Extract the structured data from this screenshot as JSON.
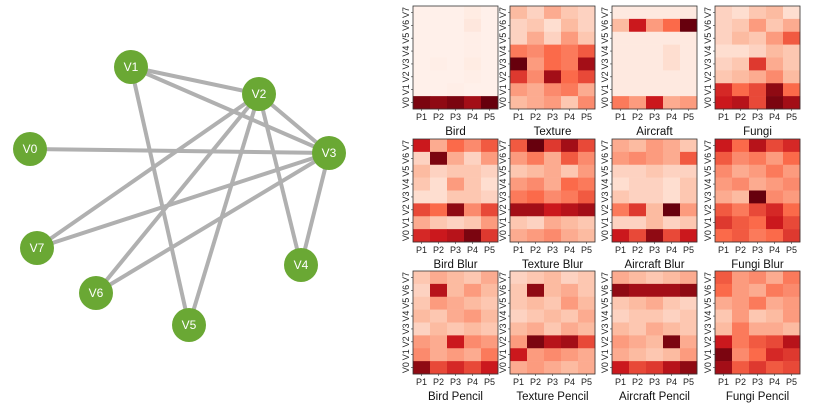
{
  "graph": {
    "nodes": [
      "V0",
      "V1",
      "V2",
      "V3",
      "V4",
      "V5",
      "V6",
      "V7"
    ],
    "edges": [
      [
        "V1",
        "V2"
      ],
      [
        "V1",
        "V3"
      ],
      [
        "V1",
        "V5"
      ],
      [
        "V2",
        "V3"
      ],
      [
        "V2",
        "V4"
      ],
      [
        "V2",
        "V5"
      ],
      [
        "V2",
        "V6"
      ],
      [
        "V2",
        "V7"
      ],
      [
        "V0",
        "V3"
      ],
      [
        "V3",
        "V4"
      ],
      [
        "V3",
        "V6"
      ],
      [
        "V3",
        "V7"
      ]
    ],
    "node_color": "#6aa834",
    "edge_color": "#b0b0b0"
  },
  "chart_data": [
    {
      "type": "heatmap",
      "title": "Bird",
      "x_labels": [
        "P1",
        "P2",
        "P3",
        "P4",
        "P5"
      ],
      "y_labels": [
        "V7",
        "V6",
        "V5",
        "V4",
        "V3",
        "V2",
        "V1",
        "V0"
      ],
      "values": [
        [
          0.02,
          0.02,
          0.02,
          0.04,
          0.02
        ],
        [
          0.02,
          0.02,
          0.02,
          0.06,
          0.02
        ],
        [
          0.02,
          0.02,
          0.02,
          0.03,
          0.02
        ],
        [
          0.02,
          0.02,
          0.02,
          0.03,
          0.02
        ],
        [
          0.02,
          0.03,
          0.02,
          0.04,
          0.02
        ],
        [
          0.02,
          0.02,
          0.02,
          0.03,
          0.02
        ],
        [
          0.02,
          0.02,
          0.03,
          0.02,
          0.02
        ],
        [
          0.95,
          0.9,
          0.95,
          0.85,
          1.0
        ]
      ]
    },
    {
      "type": "heatmap",
      "title": "Texture",
      "x_labels": [
        "P1",
        "P2",
        "P3",
        "P4",
        "P5"
      ],
      "y_labels": [
        "V7",
        "V6",
        "V5",
        "V4",
        "V3",
        "V2",
        "V1",
        "V0"
      ],
      "values": [
        [
          0.25,
          0.15,
          0.3,
          0.2,
          0.15
        ],
        [
          0.15,
          0.2,
          0.1,
          0.25,
          0.15
        ],
        [
          0.15,
          0.3,
          0.15,
          0.35,
          0.2
        ],
        [
          0.45,
          0.4,
          0.5,
          0.45,
          0.55
        ],
        [
          1.0,
          0.35,
          0.5,
          0.45,
          0.85
        ],
        [
          0.65,
          0.4,
          0.85,
          0.5,
          0.6
        ],
        [
          0.35,
          0.3,
          0.4,
          0.45,
          0.3
        ],
        [
          0.25,
          0.3,
          0.35,
          0.2,
          0.4
        ]
      ]
    },
    {
      "type": "heatmap",
      "title": "Aircraft",
      "x_labels": [
        "P1",
        "P2",
        "P3",
        "P4",
        "P5"
      ],
      "y_labels": [
        "V7",
        "V6",
        "V5",
        "V4",
        "V3",
        "V2",
        "V1",
        "V0"
      ],
      "values": [
        [
          0.05,
          0.05,
          0.05,
          0.05,
          0.05
        ],
        [
          0.25,
          0.75,
          0.35,
          0.5,
          1.0
        ],
        [
          0.05,
          0.05,
          0.05,
          0.05,
          0.05
        ],
        [
          0.05,
          0.05,
          0.05,
          0.1,
          0.05
        ],
        [
          0.05,
          0.05,
          0.05,
          0.1,
          0.05
        ],
        [
          0.05,
          0.05,
          0.05,
          0.05,
          0.05
        ],
        [
          0.05,
          0.05,
          0.05,
          0.05,
          0.05
        ],
        [
          0.45,
          0.35,
          0.75,
          0.3,
          0.35
        ]
      ]
    },
    {
      "type": "heatmap",
      "title": "Fungi",
      "x_labels": [
        "P1",
        "P2",
        "P3",
        "P4",
        "P5"
      ],
      "y_labels": [
        "V7",
        "V6",
        "V5",
        "V4",
        "V3",
        "V2",
        "V1",
        "V0"
      ],
      "values": [
        [
          0.15,
          0.1,
          0.2,
          0.25,
          0.1
        ],
        [
          0.15,
          0.2,
          0.35,
          0.2,
          0.3
        ],
        [
          0.15,
          0.25,
          0.2,
          0.35,
          0.55
        ],
        [
          0.1,
          0.1,
          0.15,
          0.25,
          0.2
        ],
        [
          0.15,
          0.2,
          0.65,
          0.3,
          0.2
        ],
        [
          0.2,
          0.25,
          0.3,
          0.4,
          0.25
        ],
        [
          0.7,
          0.5,
          0.6,
          0.9,
          0.5
        ],
        [
          0.75,
          0.8,
          0.6,
          0.95,
          0.85
        ]
      ]
    },
    {
      "type": "heatmap",
      "title": "Bird Blur",
      "x_labels": [
        "P1",
        "P2",
        "P3",
        "P4",
        "P5"
      ],
      "y_labels": [
        "V7",
        "V6",
        "V5",
        "V4",
        "V3",
        "V2",
        "V1",
        "V0"
      ],
      "values": [
        [
          0.75,
          0.3,
          0.5,
          0.4,
          0.55
        ],
        [
          0.15,
          0.95,
          0.3,
          0.15,
          0.35
        ],
        [
          0.25,
          0.15,
          0.2,
          0.2,
          0.15
        ],
        [
          0.2,
          0.1,
          0.35,
          0.2,
          0.1
        ],
        [
          0.1,
          0.1,
          0.2,
          0.2,
          0.15
        ],
        [
          0.6,
          0.5,
          0.9,
          0.4,
          0.6
        ],
        [
          0.3,
          0.2,
          0.15,
          0.2,
          0.35
        ],
        [
          0.7,
          0.75,
          0.8,
          0.95,
          0.65
        ]
      ]
    },
    {
      "type": "heatmap",
      "title": "Texture Blur",
      "x_labels": [
        "P1",
        "P2",
        "P3",
        "P4",
        "P5"
      ],
      "y_labels": [
        "V7",
        "V6",
        "V5",
        "V4",
        "V3",
        "V2",
        "V1",
        "V0"
      ],
      "values": [
        [
          0.55,
          1.0,
          0.65,
          0.85,
          0.6
        ],
        [
          0.35,
          0.45,
          0.3,
          0.55,
          0.4
        ],
        [
          0.2,
          0.25,
          0.3,
          0.2,
          0.35
        ],
        [
          0.35,
          0.4,
          0.3,
          0.5,
          0.45
        ],
        [
          0.45,
          0.5,
          0.4,
          0.45,
          0.55
        ],
        [
          0.85,
          0.85,
          0.75,
          0.8,
          0.85
        ],
        [
          0.2,
          0.15,
          0.3,
          0.25,
          0.2
        ],
        [
          0.3,
          0.35,
          0.4,
          0.3,
          0.25
        ]
      ]
    },
    {
      "type": "heatmap",
      "title": "Aircraft Blur",
      "x_labels": [
        "P1",
        "P2",
        "P3",
        "P4",
        "P5"
      ],
      "y_labels": [
        "V7",
        "V6",
        "V5",
        "V4",
        "V3",
        "V2",
        "V1",
        "V0"
      ],
      "values": [
        [
          0.3,
          0.25,
          0.35,
          0.3,
          0.2
        ],
        [
          0.35,
          0.4,
          0.35,
          0.3,
          0.55
        ],
        [
          0.15,
          0.15,
          0.2,
          0.15,
          0.15
        ],
        [
          0.1,
          0.15,
          0.15,
          0.1,
          0.2
        ],
        [
          0.2,
          0.15,
          0.15,
          0.1,
          0.2
        ],
        [
          0.45,
          0.65,
          0.25,
          1.0,
          0.35
        ],
        [
          0.15,
          0.15,
          0.25,
          0.15,
          0.2
        ],
        [
          0.75,
          0.6,
          0.9,
          0.6,
          0.75
        ]
      ]
    },
    {
      "type": "heatmap",
      "title": "Fungi Blur",
      "x_labels": [
        "P1",
        "P2",
        "P3",
        "P4",
        "P5"
      ],
      "y_labels": [
        "V7",
        "V6",
        "V5",
        "V4",
        "V3",
        "V2",
        "V1",
        "V0"
      ],
      "values": [
        [
          0.75,
          0.5,
          0.8,
          0.6,
          0.7
        ],
        [
          0.55,
          0.4,
          0.45,
          0.35,
          0.5
        ],
        [
          0.4,
          0.3,
          0.35,
          0.45,
          0.35
        ],
        [
          0.35,
          0.4,
          0.3,
          0.35,
          0.4
        ],
        [
          0.3,
          0.25,
          1.0,
          0.4,
          0.35
        ],
        [
          0.55,
          0.45,
          0.6,
          0.7,
          0.5
        ],
        [
          0.65,
          0.55,
          0.5,
          0.75,
          0.6
        ],
        [
          0.5,
          0.55,
          0.45,
          0.5,
          0.65
        ]
      ]
    },
    {
      "type": "heatmap",
      "title": "Bird Pencil",
      "x_labels": [
        "P1",
        "P2",
        "P3",
        "P4",
        "P5"
      ],
      "y_labels": [
        "V7",
        "V6",
        "V5",
        "V4",
        "V3",
        "V2",
        "V1",
        "V0"
      ],
      "values": [
        [
          0.2,
          0.3,
          0.25,
          0.2,
          0.3
        ],
        [
          0.15,
          0.8,
          0.25,
          0.35,
          0.25
        ],
        [
          0.2,
          0.35,
          0.3,
          0.25,
          0.2
        ],
        [
          0.25,
          0.2,
          0.3,
          0.35,
          0.25
        ],
        [
          0.15,
          0.25,
          0.2,
          0.25,
          0.2
        ],
        [
          0.35,
          0.3,
          0.75,
          0.4,
          0.35
        ],
        [
          0.4,
          0.3,
          0.35,
          0.3,
          0.45
        ],
        [
          0.9,
          0.6,
          0.7,
          0.6,
          0.75
        ]
      ]
    },
    {
      "type": "heatmap",
      "title": "Texture Pencil",
      "x_labels": [
        "P1",
        "P2",
        "P3",
        "P4",
        "P5"
      ],
      "y_labels": [
        "V7",
        "V6",
        "V5",
        "V4",
        "V3",
        "V2",
        "V1",
        "V0"
      ],
      "values": [
        [
          0.15,
          0.2,
          0.25,
          0.15,
          0.2
        ],
        [
          0.2,
          0.9,
          0.25,
          0.3,
          0.2
        ],
        [
          0.2,
          0.25,
          0.2,
          0.35,
          0.25
        ],
        [
          0.15,
          0.2,
          0.25,
          0.2,
          0.3
        ],
        [
          0.25,
          0.3,
          0.2,
          0.3,
          0.25
        ],
        [
          0.35,
          0.95,
          0.8,
          0.85,
          0.6
        ],
        [
          0.75,
          0.35,
          0.4,
          0.35,
          0.3
        ],
        [
          0.3,
          0.35,
          0.3,
          0.25,
          0.3
        ]
      ]
    },
    {
      "type": "heatmap",
      "title": "Aircraft Pencil",
      "x_labels": [
        "P1",
        "P2",
        "P3",
        "P4",
        "P5"
      ],
      "y_labels": [
        "V7",
        "V6",
        "V5",
        "V4",
        "V3",
        "V2",
        "V1",
        "V0"
      ],
      "values": [
        [
          0.3,
          0.25,
          0.2,
          0.25,
          0.3
        ],
        [
          0.9,
          0.85,
          0.85,
          0.85,
          0.9
        ],
        [
          0.2,
          0.25,
          0.3,
          0.2,
          0.15
        ],
        [
          0.15,
          0.2,
          0.2,
          0.15,
          0.2
        ],
        [
          0.25,
          0.2,
          0.3,
          0.25,
          0.2
        ],
        [
          0.35,
          0.3,
          0.25,
          0.95,
          0.3
        ],
        [
          0.3,
          0.25,
          0.2,
          0.25,
          0.35
        ],
        [
          0.75,
          0.6,
          0.65,
          0.8,
          0.9
        ]
      ]
    },
    {
      "type": "heatmap",
      "title": "Fungi Pencil",
      "x_labels": [
        "P1",
        "P2",
        "P3",
        "P4",
        "P5"
      ],
      "y_labels": [
        "V7",
        "V6",
        "V5",
        "V4",
        "V3",
        "V2",
        "V1",
        "V0"
      ],
      "values": [
        [
          0.55,
          0.35,
          0.4,
          0.3,
          0.45
        ],
        [
          0.5,
          0.35,
          0.3,
          0.45,
          0.4
        ],
        [
          0.3,
          0.35,
          0.45,
          0.3,
          0.35
        ],
        [
          0.2,
          0.35,
          0.2,
          0.25,
          0.35
        ],
        [
          0.25,
          0.45,
          0.3,
          0.3,
          0.25
        ],
        [
          0.75,
          0.45,
          0.55,
          0.6,
          0.8
        ],
        [
          0.95,
          0.4,
          0.5,
          0.7,
          0.65
        ],
        [
          0.85,
          0.55,
          0.65,
          0.55,
          0.6
        ]
      ]
    }
  ]
}
